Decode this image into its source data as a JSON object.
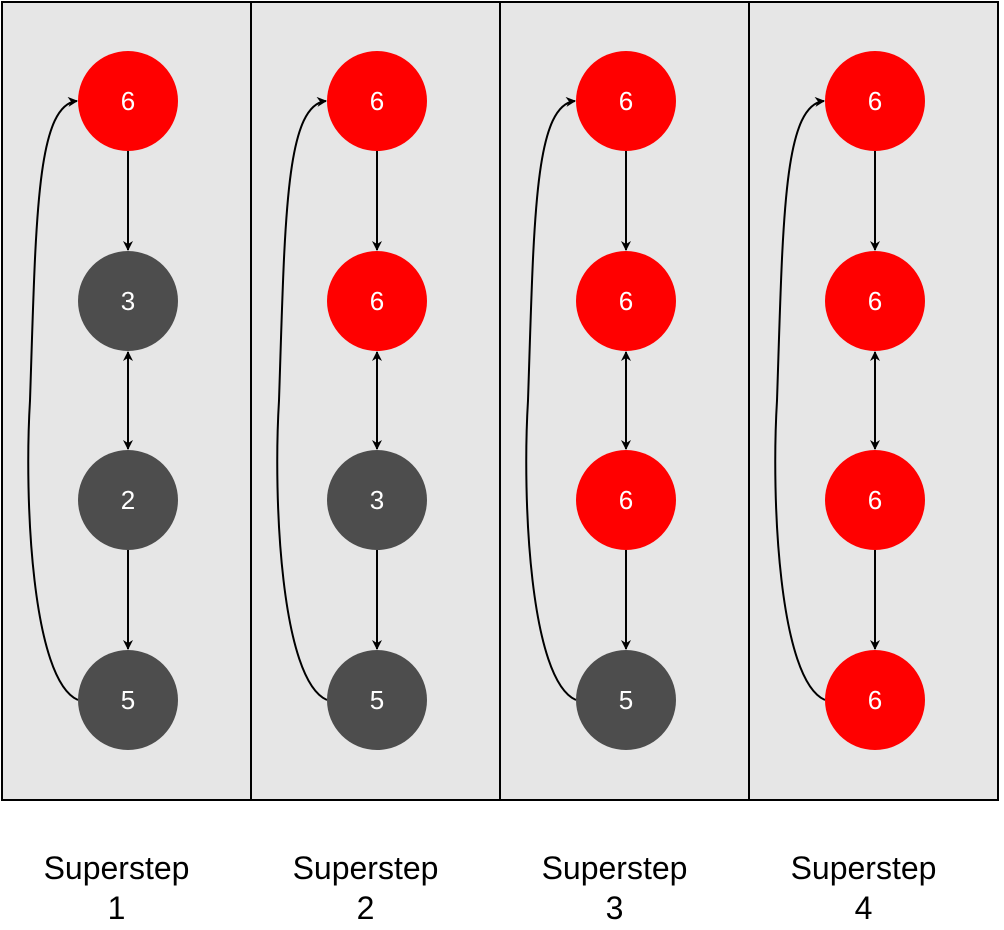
{
  "colors": {
    "panel_fill": "#e6e6e6",
    "panel_border": "#000000",
    "active_node": "#ff0000",
    "inactive_node": "#4d4d4d",
    "node_text": "#ffffff",
    "edge": "#000000"
  },
  "supersteps": [
    {
      "caption_word": "Superstep",
      "caption_number": "1",
      "nodes": [
        {
          "value": "6",
          "state": "active"
        },
        {
          "value": "3",
          "state": "inactive"
        },
        {
          "value": "2",
          "state": "inactive"
        },
        {
          "value": "5",
          "state": "inactive"
        }
      ]
    },
    {
      "caption_word": "Superstep",
      "caption_number": "2",
      "nodes": [
        {
          "value": "6",
          "state": "active"
        },
        {
          "value": "6",
          "state": "active"
        },
        {
          "value": "3",
          "state": "inactive"
        },
        {
          "value": "5",
          "state": "inactive"
        }
      ]
    },
    {
      "caption_word": "Superstep",
      "caption_number": "3",
      "nodes": [
        {
          "value": "6",
          "state": "active"
        },
        {
          "value": "6",
          "state": "active"
        },
        {
          "value": "6",
          "state": "active"
        },
        {
          "value": "5",
          "state": "inactive"
        }
      ]
    },
    {
      "caption_word": "Superstep",
      "caption_number": "4",
      "nodes": [
        {
          "value": "6",
          "state": "active"
        },
        {
          "value": "6",
          "state": "active"
        },
        {
          "value": "6",
          "state": "active"
        },
        {
          "value": "6",
          "state": "active"
        }
      ]
    }
  ],
  "edges": [
    {
      "from": 0,
      "to": 1,
      "direction": "forward"
    },
    {
      "from": 1,
      "to": 2,
      "direction": "both"
    },
    {
      "from": 2,
      "to": 3,
      "direction": "forward"
    },
    {
      "from": 3,
      "to": 0,
      "direction": "forward"
    }
  ]
}
